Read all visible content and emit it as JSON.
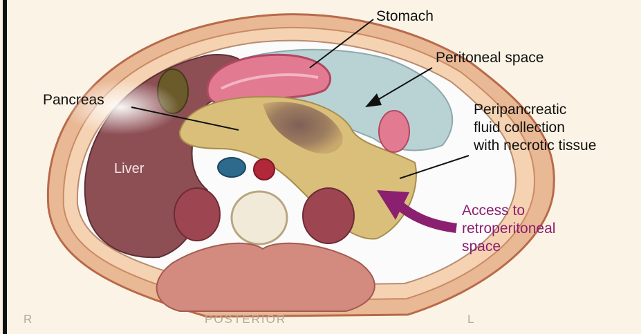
{
  "labels": {
    "stomach": "Stomach",
    "peritoneal_space": "Peritoneal space",
    "pancreas": "Pancreas",
    "liver": "Liver",
    "fluid_lines": [
      "Peripancreatic",
      "fluid collection",
      "with necrotic tissue"
    ],
    "access_lines": [
      "Access to",
      "retroperitoneal",
      "space"
    ]
  },
  "orientation": {
    "right": "R",
    "posterior": "POSTERIOR",
    "left": "L"
  },
  "colors": {
    "background": "#fbf4e6",
    "body_wall": "#e9b894",
    "liver": "#8d4f54",
    "stomach": "#e27a92",
    "peritoneal_space": "#b9d3d5",
    "pancreas": "#d9bf7a",
    "necrotic_tissue": "#8c6a5a",
    "access_arrow": "#8b1f70",
    "kidney": "#9e4552",
    "spine": "#f1ead8",
    "muscle": "#d48b7f"
  }
}
